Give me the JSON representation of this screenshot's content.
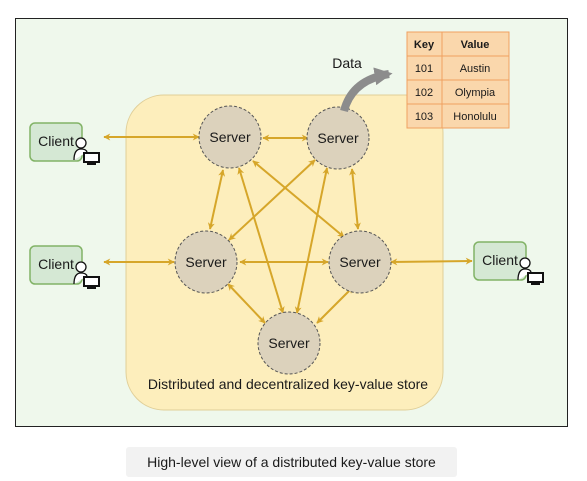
{
  "diagram": {
    "store_label": "Distributed and decentralized key-value store",
    "server_label": "Server",
    "client_label": "Client",
    "data_label": "Data",
    "table": {
      "headers": [
        "Key",
        "Value"
      ],
      "rows": [
        [
          "101",
          "Austin"
        ],
        [
          "102",
          "Olympia"
        ],
        [
          "103",
          "Honolulu"
        ]
      ]
    },
    "colors": {
      "arrow": "#d6a62a",
      "server_fill": "#dcd2bc",
      "client_fill": "#d5e8d4",
      "client_border": "#82b366",
      "store_fill": "#fdeebc",
      "table_fill": "#fad7ac",
      "table_border": "#f0a060"
    }
  },
  "caption": "High-level view of a distributed key-value store"
}
